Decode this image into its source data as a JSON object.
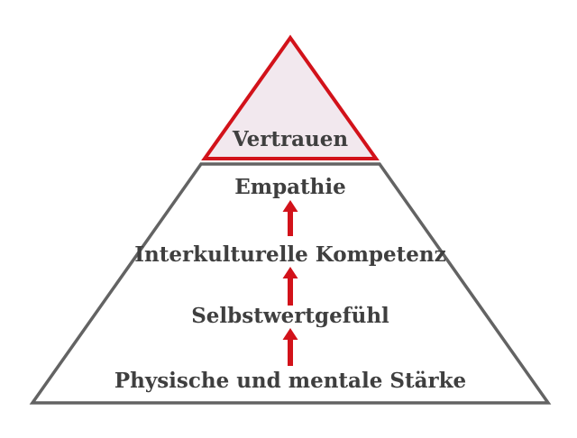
{
  "diagram": {
    "type": "pyramid",
    "levels": [
      {
        "label": "Vertrauen",
        "highlighted": true
      },
      {
        "label": "Empathie",
        "highlighted": false
      },
      {
        "label": "Interkulturelle Kompetenz",
        "highlighted": false
      },
      {
        "label": "Selbstwertgefühl",
        "highlighted": false
      },
      {
        "label": "Physische und mentale Stärke",
        "highlighted": false
      }
    ],
    "arrow_direction": "up",
    "arrow_count": 3
  },
  "colors": {
    "red": "#d2121a",
    "top-fill": "#f2e8ee",
    "gray": "#636363",
    "text": "#3f3f3f",
    "bg": "#ffffff"
  }
}
